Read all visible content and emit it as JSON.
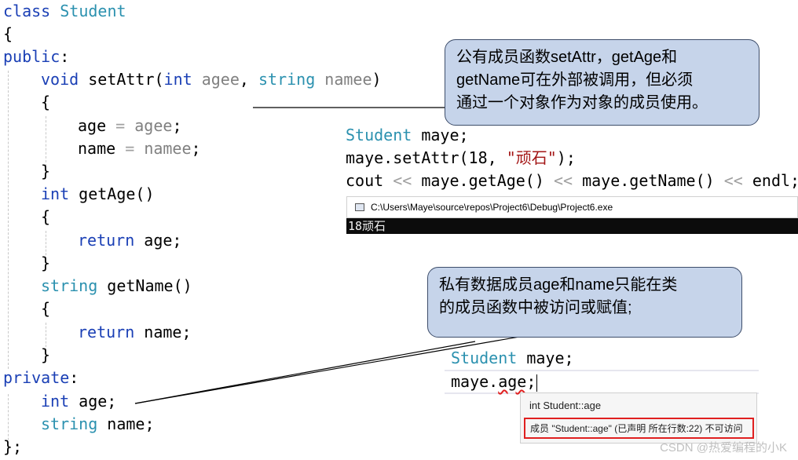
{
  "code_left": {
    "class_kw": "class",
    "class_name": "Student",
    "open_brace": "{",
    "public_kw": "public",
    "colon": ":",
    "void_kw": "void",
    "set_attr_name": "setAttr(",
    "int_kw": "int",
    "param_agee": "agee",
    "comma": ",",
    "string_kw": "string",
    "param_namee": "namee",
    "close_paren": ")",
    "inner_open": "{",
    "assign_age_left": "age",
    "assign_eq": "=",
    "assign_age_right": "agee",
    "semicolon": ";",
    "assign_name_left": "name",
    "assign_name_right": "namee",
    "inner_close": "}",
    "get_age_sig": "getAge()",
    "return_kw": "return",
    "return_age": "age;",
    "get_name_sig": "getName()",
    "return_name": "name;",
    "private_kw": "private",
    "member_age": "age;",
    "member_name": "name;",
    "class_close": "};"
  },
  "code_right_top": {
    "type": "Student",
    "var_decl": "maye;",
    "call_line_prefix": "maye.setAttr(18,",
    "string_literal": "\"顽石\"",
    "call_line_suffix": ");",
    "cout_kw": "cout",
    "shift_op": "<<",
    "get_age_call": "maye.getAge()",
    "get_name_call": "maye.getName()",
    "endl": "endl;"
  },
  "console": {
    "title": "C:\\Users\\Maye\\source\\repos\\Project6\\Debug\\Project6.exe",
    "output": "18顽石"
  },
  "code_right_bottom": {
    "type": "Student",
    "var_decl": "maye;",
    "access_prefix": "maye.",
    "access_member": "age",
    "access_suffix": ";"
  },
  "tooltip": {
    "signature": "int Student::age",
    "error": "成员 \"Student::age\" (已声明 所在行数:22) 不可访问"
  },
  "callouts": {
    "public_note_1": "公有成员函数setAttr，getAge和",
    "public_note_2": "getName可在外部被调用，但必须",
    "public_note_3": "通过一个对象作为对象的成员使用。",
    "private_note_1": "私有数据成员age和name只能在类",
    "private_note_2": "的成员函数中被访问或赋值;"
  },
  "watermark": "CSDN @热爱编程的小K",
  "colors": {
    "keyword": "#1a3fb5",
    "type": "#2b91af",
    "parameter": "#808080",
    "string": "#a31515",
    "callout_fill": "#c6d4ea",
    "error_border": "#e02020",
    "console_bg": "#0c0c0c"
  }
}
